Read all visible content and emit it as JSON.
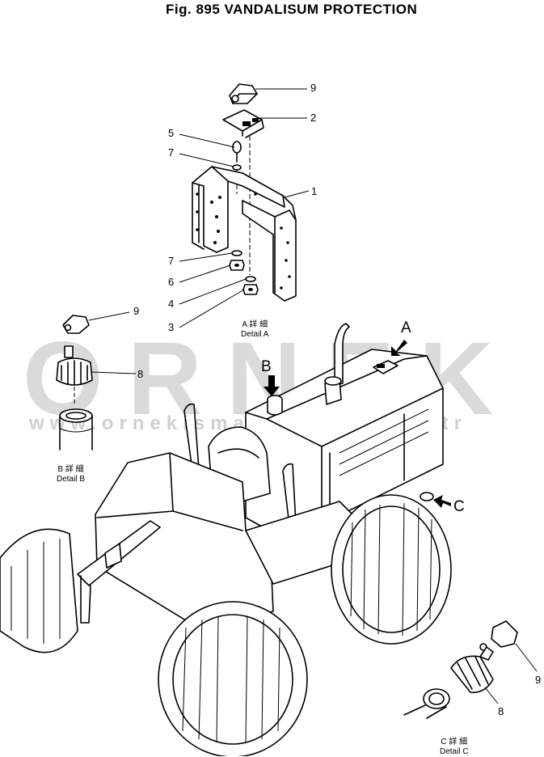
{
  "figure": {
    "title": "Fig. 895  VANDALISUM  PROTECTION"
  },
  "watermark": {
    "big": "ORNEK",
    "small": "www.ornekismakinalari.com.tr"
  },
  "part_numbers": {
    "p9_top": "9",
    "p2": "2",
    "p5": "5",
    "p7_top": "7",
    "p1": "1",
    "p7_bottom": "7",
    "p6": "6",
    "p4": "4",
    "p3": "3",
    "p9_left": "9",
    "p8_left": "8",
    "p9_right": "9",
    "p8_right": "8"
  },
  "details": {
    "a_line1": "A 詳 細",
    "a_line2": "Detail A",
    "b_line1": "B 詳 細",
    "b_line2": "Detail B",
    "c_line1": "C 詳 細",
    "c_line2": "Detail C"
  },
  "callouts": {
    "a": "A",
    "b": "B",
    "c": "C"
  }
}
